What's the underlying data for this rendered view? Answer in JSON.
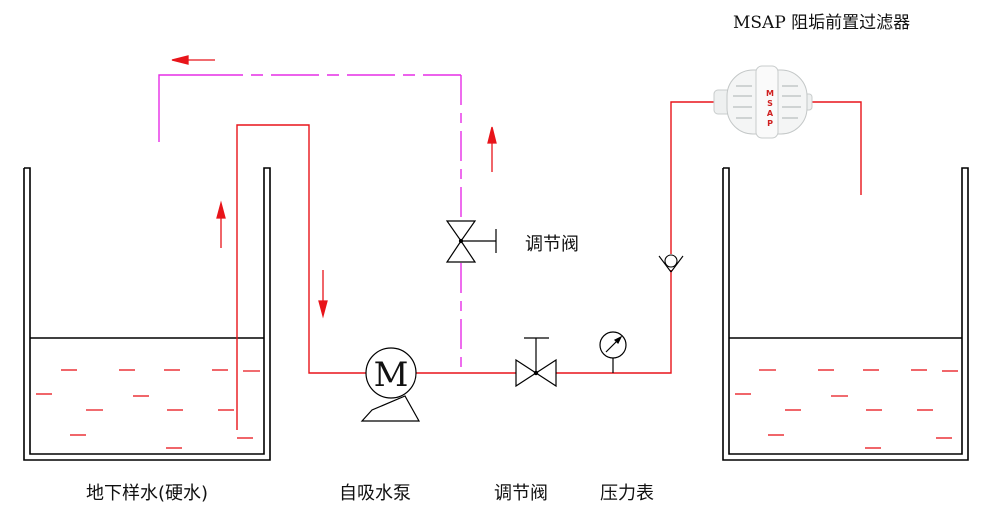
{
  "title": "MSAP 阻垢前置过滤器",
  "filter": {
    "brand_letters": [
      "M",
      "S",
      "A",
      "P"
    ]
  },
  "pump": {
    "symbol": "M",
    "label": "自吸水泵"
  },
  "labels": {
    "source_tank": "地下样水(硬水)",
    "pump": "自吸水泵",
    "main_valve": "调节阀",
    "pressure_gauge": "压力表",
    "bypass_valve": "调节阀"
  },
  "colors": {
    "pipe": "#e8141a",
    "bypass_pipe": "#e62ee6",
    "outline": "#000000"
  }
}
